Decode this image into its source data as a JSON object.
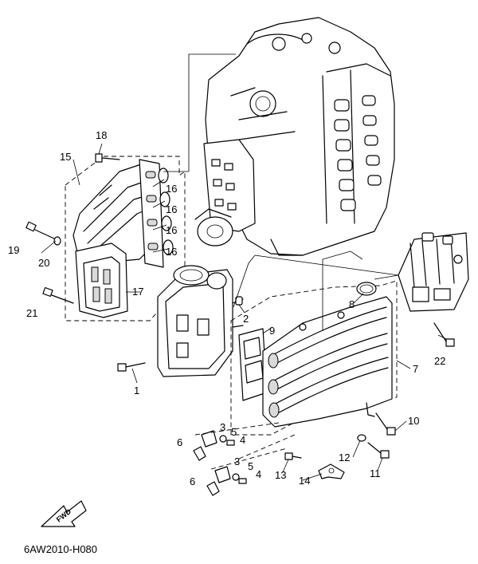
{
  "diagram_code": "6AW2010-H080",
  "fwd_label": "FWD",
  "callouts": {
    "c1": "1",
    "c2": "2",
    "c3a": "3",
    "c3b": "3",
    "c4a": "4",
    "c4b": "4",
    "c5a": "5",
    "c5b": "5",
    "c6a": "6",
    "c6b": "6",
    "c7": "7",
    "c8": "8",
    "c9": "9",
    "c10": "10",
    "c11": "11",
    "c12": "12",
    "c13": "13",
    "c14": "14",
    "c15": "15",
    "c16a": "16",
    "c16b": "16",
    "c16c": "16",
    "c16d": "16",
    "c17": "17",
    "c18": "18",
    "c19": "19",
    "c20": "20",
    "c21": "21",
    "c22": "22"
  },
  "icons": [
    "fwd-arrow-icon"
  ]
}
